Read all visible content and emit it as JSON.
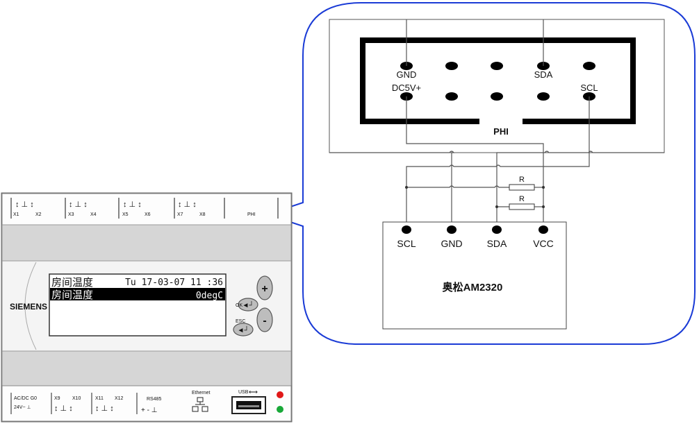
{
  "plc": {
    "brand": "SIEMENS",
    "top_terminals": {
      "labels": [
        "X1",
        "X2",
        "X3",
        "X4",
        "X5",
        "X6",
        "X7",
        "X8"
      ],
      "port_label": "PHI"
    },
    "display": {
      "row1_left": "房间温度",
      "row1_right": "Tu 17-03-07 11 :36",
      "row2_left": "房间温度",
      "row2_right": "0degC"
    },
    "keys": {
      "plus": "+",
      "minus": "-",
      "ok": "OK",
      "esc": "ESC"
    },
    "bottom": {
      "power_line1": "AC/DC G0",
      "power_line2": "24V~ ⊥",
      "x9": "X9",
      "x10": "X10",
      "x11": "X11",
      "x12": "X12",
      "rs485": "RS485",
      "rs485_pins": "+  -  ⊥",
      "ethernet": "Ethernet",
      "usb": "USB"
    }
  },
  "connector": {
    "title": "PHI",
    "pins": {
      "gnd": "GND",
      "sda": "SDA",
      "dc5v": "DC5V+",
      "scl": "SCL"
    }
  },
  "sensor": {
    "name": "奥松AM2320",
    "pins": [
      "SCL",
      "GND",
      "SDA",
      "VCC"
    ],
    "resistor_label": "R"
  },
  "colors": {
    "callout_border": "#1a3bd6",
    "panel_gray": "#d6d6d6",
    "led_red": "#e01818",
    "led_green": "#18a838"
  }
}
